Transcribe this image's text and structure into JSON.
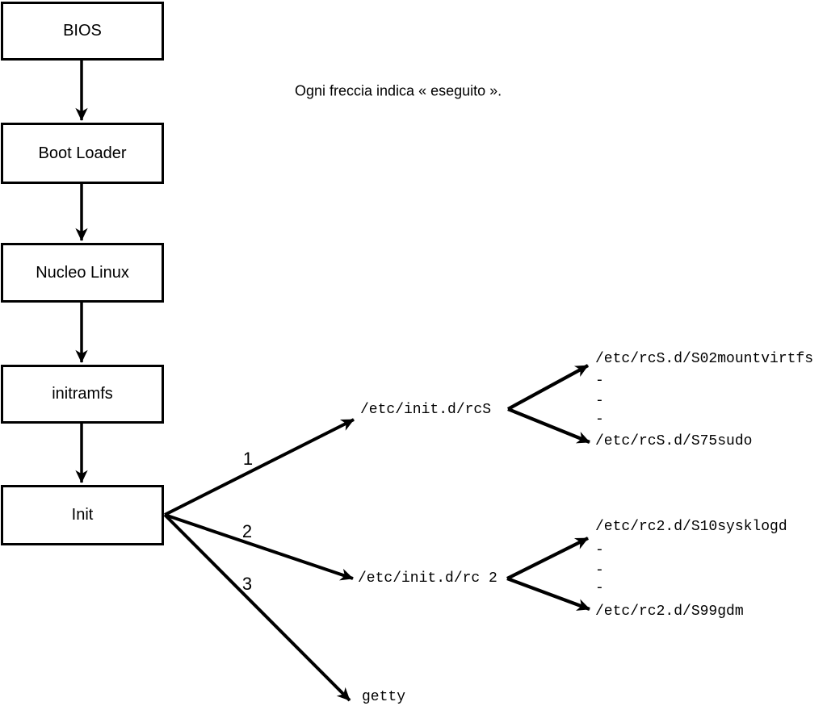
{
  "colors": {
    "ink": "#000000",
    "background": "#ffffff"
  },
  "note": {
    "text": "Ogni freccia indica « eseguito »."
  },
  "flow_boxes": [
    {
      "label": "BIOS"
    },
    {
      "label": "Boot Loader"
    },
    {
      "label": "Nucleo Linux"
    },
    {
      "label": "initramfs"
    },
    {
      "label": "Init"
    }
  ],
  "branches": [
    {
      "number": "1",
      "target": "/etc/init.d/rcS",
      "children": [
        "/etc/rcS.d/S02mountvirtfs",
        "-",
        "-",
        "-",
        "/etc/rcS.d/S75sudo"
      ]
    },
    {
      "number": "2",
      "target": "/etc/init.d/rc 2",
      "children": [
        "/etc/rc2.d/S10sysklogd",
        "-",
        "-",
        "-",
        "/etc/rc2.d/S99gdm"
      ]
    },
    {
      "number": "3",
      "target": "getty",
      "children": []
    }
  ]
}
